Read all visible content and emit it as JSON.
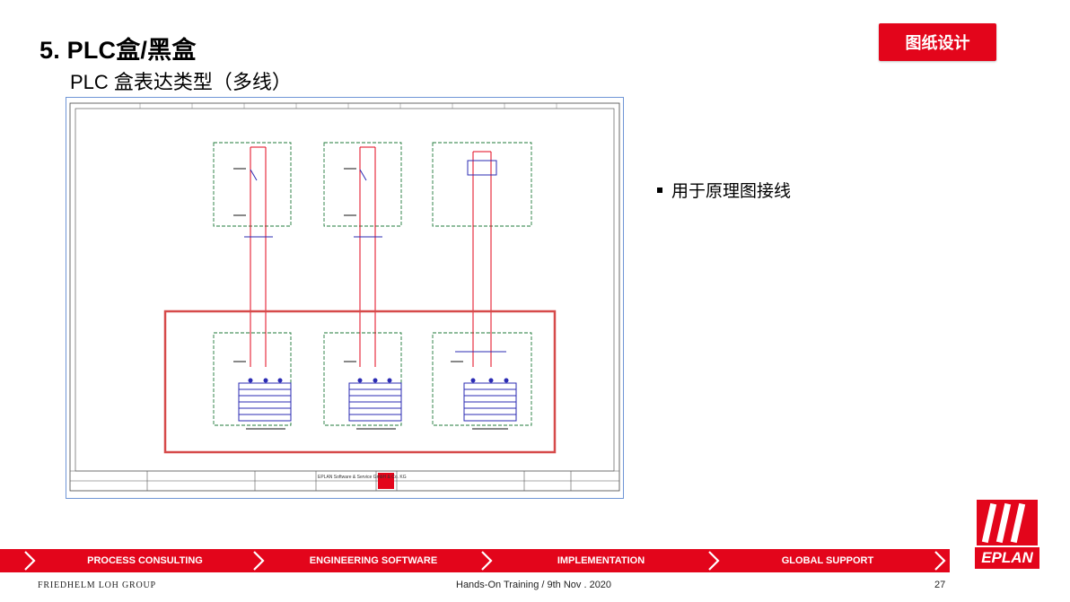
{
  "slide": {
    "title": "5. PLC盒/黑盒",
    "subtitle": "PLC 盒表达类型（多线）",
    "tag": "图纸设计",
    "bullet": "用于原理图接线"
  },
  "nav": {
    "items": [
      "PROCESS CONSULTING",
      "ENGINEERING SOFTWARE",
      "IMPLEMENTATION",
      "GLOBAL SUPPORT"
    ]
  },
  "footer": {
    "company": "FRIEDHELM LOH GROUP",
    "event": "Hands-On Training / 9th Nov . 2020",
    "page": "27"
  },
  "logo": {
    "text": "EPLAN"
  },
  "diagram": {
    "titleblock": {
      "company": "EPLAN Software & Service GmbH & Co. KG"
    }
  },
  "colors": {
    "accent": "#e3051b",
    "frame": "#6f95d6",
    "wire": "#e3051b",
    "box": "#1f7a3a",
    "component": "#2b2bb3"
  }
}
